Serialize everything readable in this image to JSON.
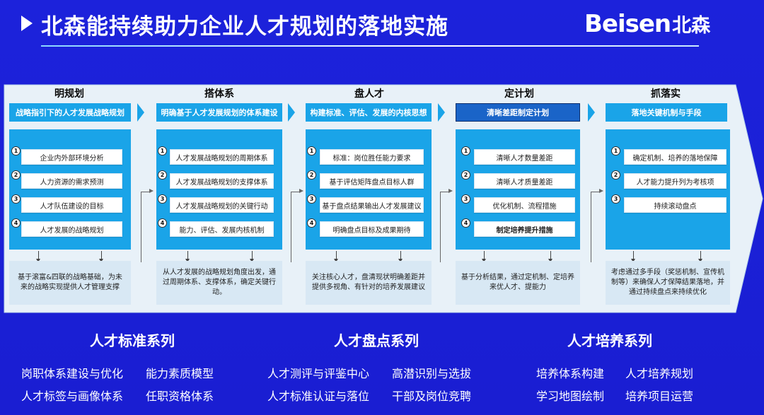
{
  "header": {
    "title": "北森能持续助力企业人才规划的落地实施",
    "logo_en": "Beisen",
    "logo_cn": "北森"
  },
  "steps": [
    {
      "title": "明规划",
      "banner": "战略指引下的人才发展战略规划",
      "items": [
        "企业内外部环境分析",
        "人力资源的需求预测",
        "人才队伍建设的目标",
        "人才发展的战略规划"
      ],
      "summary": "基于滚富&四联的战略基础，为未来的战略实现提供人才管理支撑"
    },
    {
      "title": "搭体系",
      "banner": "明确基于人才发展规划的体系建设",
      "items": [
        "人才发展战略规划的周期体系",
        "人才发展战略规划的支撑体系",
        "人才发展战略规划的关键行动",
        "能力、评估、发展内核机制"
      ],
      "summary": "从人才发展的战略规划角度出发，通过周期体系、支撑体系，确定关键行动。"
    },
    {
      "title": "盘人才",
      "banner": "构建标准、评估、发展的内核思想",
      "items": [
        "标准：岗位胜任能力要求",
        "基于评估矩阵盘点目标人群",
        "基于盘点结果输出人才发展建议",
        "明确盘点目标及成果期待"
      ],
      "summary": "关注核心人才，盘清现状明确差距并提供多视角、有针对的培养发展建议"
    },
    {
      "title": "定计划",
      "banner": "清晰差距制定计划",
      "items": [
        "清晰人才数量差距",
        "清晰人才质量差距",
        "优化机制、流程措施",
        "制定培养提升措施"
      ],
      "summary": "基于分析结果，通过定机制、定培养来优人才、提能力"
    },
    {
      "title": "抓落实",
      "banner": "落地关键机制与手段",
      "items": [
        "确定机制、培养的落地保障",
        "人才能力提升列为考核项",
        "持续滚动盘点"
      ],
      "summary": "考虑通过多手段（奖惩机制、宣传机制等）来确保人才保障结果落地，并通过持续盘点来持续优化"
    }
  ],
  "series": [
    {
      "title": "人才标准系列",
      "items": [
        "岗职体系建设与优化",
        "能力素质模型",
        "人才标签与画像体系",
        "任职资格体系"
      ]
    },
    {
      "title": "人才盘点系列",
      "items": [
        "人才测评与评鉴中心",
        "高潜识别与选拔",
        "人才标准认证与落位",
        "干部及岗位竞聘"
      ]
    },
    {
      "title": "人才培养系列",
      "items": [
        "培养体系构建",
        "人才培养规划",
        "学习地图绘制",
        "培养项目运营"
      ]
    }
  ],
  "colors": {
    "background": "#1b1fd6",
    "band": "#e8f1f8",
    "panel": "#1aa4e8",
    "summary": "#d8e8f4"
  }
}
